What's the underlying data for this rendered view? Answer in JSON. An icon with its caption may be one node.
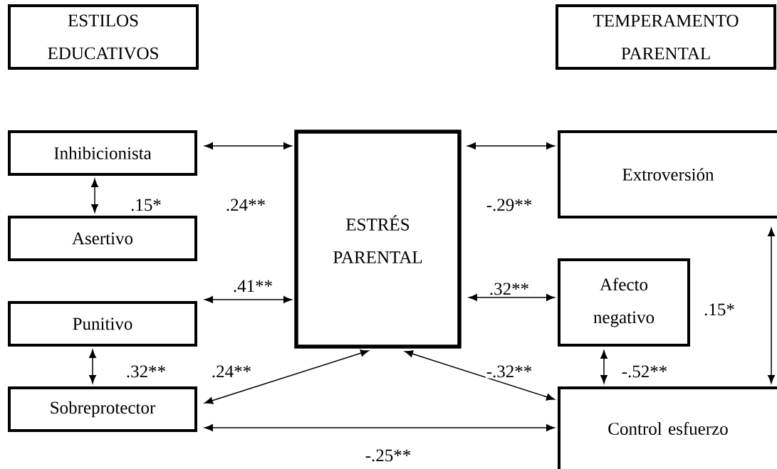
{
  "diagram": {
    "nodes": [
      {
        "text": [
          "ESTILOS EDUCATIVOS"
        ]
      },
      {
        "text": [
          "TEMPERAMENTO PARENTAL"
        ]
      },
      {
        "text": [
          "Inhibicionista"
        ]
      },
      {
        "text": [
          "Asertivo"
        ]
      },
      {
        "text": [
          "Punitivo"
        ]
      },
      {
        "text": [
          "Sobreprotector"
        ]
      },
      {
        "text": [
          "ESTRÉS PARENTAL"
        ]
      },
      {
        "text": [
          "Extroversión"
        ]
      },
      {
        "text": [
          "Afecto negativo"
        ]
      },
      {
        "text": [
          "Control esfuerzo"
        ]
      }
    ],
    "edges": [
      {
        "from": 2,
        "to": 3,
        "arrow": "both",
        "label": ".15*"
      },
      {
        "from": 2,
        "to": 6,
        "arrow": "both",
        "label": ".24**"
      },
      {
        "from": 4,
        "to": 6,
        "arrow": "both",
        "label": ".41**"
      },
      {
        "from": 4,
        "to": 5,
        "arrow": "both",
        "label": ".32**"
      },
      {
        "from": 5,
        "to": 6,
        "arrow": "both",
        "label": ".24**"
      },
      {
        "from": 6,
        "to": 7,
        "arrow": "both",
        "label": "-.29**"
      },
      {
        "from": 6,
        "to": 8,
        "arrow": "both",
        "label": ".32**"
      },
      {
        "from": 6,
        "to": 9,
        "arrow": "both",
        "label": "-.32**"
      },
      {
        "from": 8,
        "to": 9,
        "arrow": "both",
        "label": "-.52**"
      },
      {
        "from": 7,
        "to": 9,
        "arrow": "both",
        "label": ".15*"
      },
      {
        "from": 5,
        "to": 9,
        "arrow": "both",
        "label": "-.25**"
      }
    ]
  }
}
